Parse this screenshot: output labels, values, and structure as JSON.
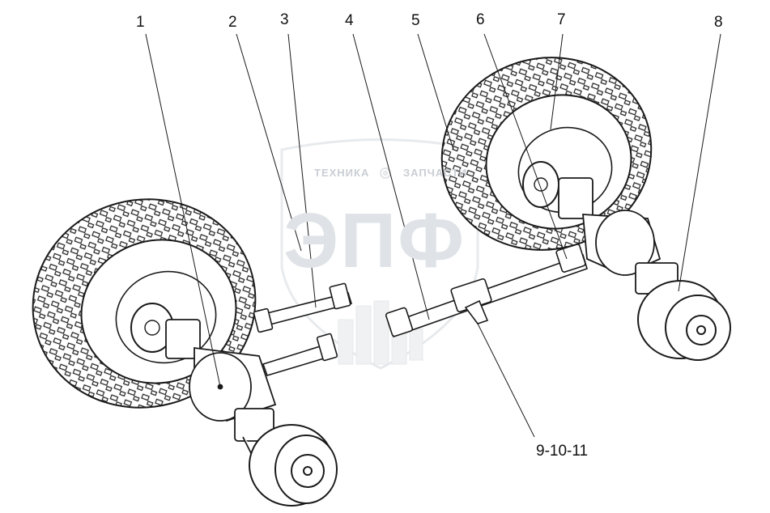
{
  "callouts": [
    {
      "id": "1",
      "label": "1"
    },
    {
      "id": "2",
      "label": "2"
    },
    {
      "id": "3",
      "label": "3"
    },
    {
      "id": "4",
      "label": "4"
    },
    {
      "id": "5",
      "label": "5"
    },
    {
      "id": "6",
      "label": "6"
    },
    {
      "id": "7",
      "label": "7"
    },
    {
      "id": "8",
      "label": "8"
    },
    {
      "id": "9-10-11",
      "label": "9-10-11"
    }
  ],
  "watermark": {
    "left_word": "ТЕХНИКА",
    "right_word": "ЗАПЧАСТИ",
    "logo_text": "ЭПФ"
  },
  "colors": {
    "line": "#1a1a1a",
    "watermark": "#dfe3e7",
    "background": "#ffffff"
  }
}
